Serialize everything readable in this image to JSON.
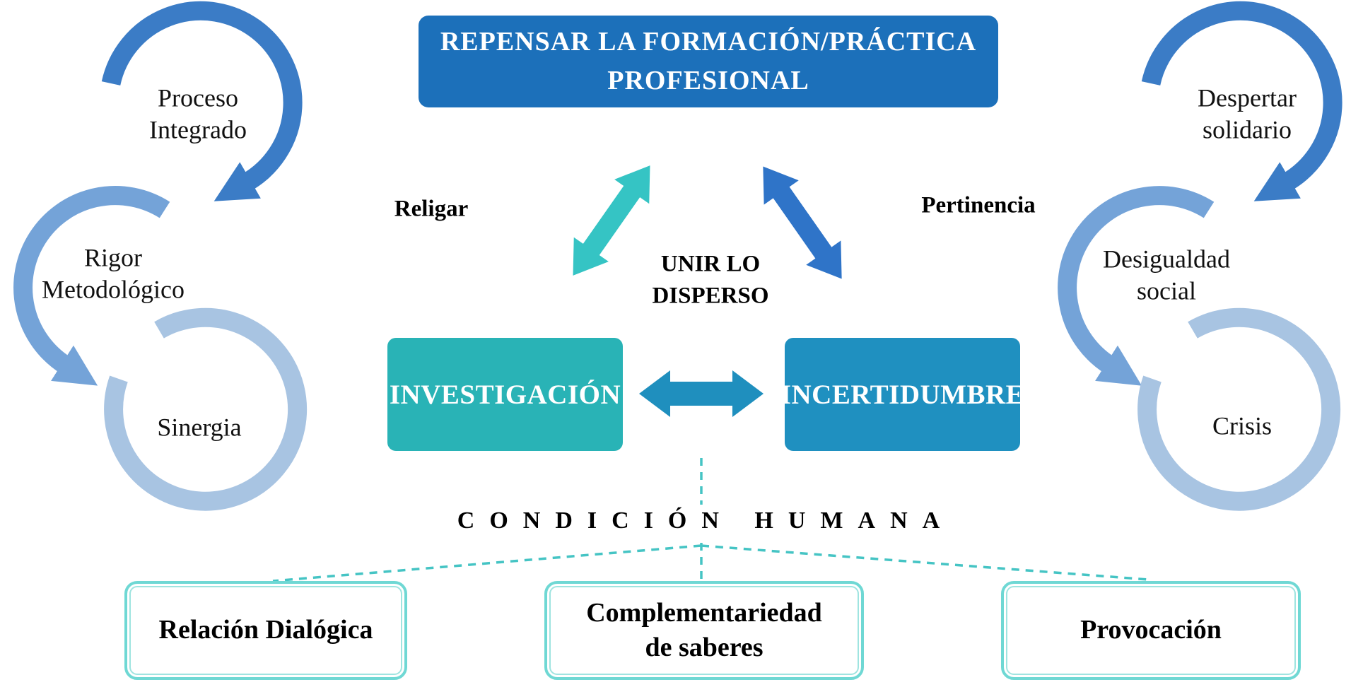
{
  "title_box": {
    "label": "REPENSAR LA FORMACIÓN/PRÁCTICA PROFESIONAL"
  },
  "center": {
    "religar": "Religar",
    "pertinencia": "Pertinencia",
    "unir_line1": "UNIR LO",
    "unir_line2": "DISPERSO",
    "investigacion": "INVESTIGACIÓN",
    "incertidumbre": "INCERTIDUMBRE",
    "condicion_humana": "CONDICIÓN HUMANA"
  },
  "left_cycle": {
    "top_line1": "Proceso",
    "top_line2": "Integrado",
    "middle_line1": "Rigor",
    "middle_line2": "Metodológico",
    "bottom": "Sinergia"
  },
  "right_cycle": {
    "top_line1": "Despertar",
    "top_line2": "solidario",
    "middle_line1": "Desigualdad",
    "middle_line2": "social",
    "bottom": "Crisis"
  },
  "bottom_boxes": {
    "left": "Relación Dialógica",
    "center_line1": "Complementariedad",
    "center_line2": "de saberes",
    "right": "Provocación"
  },
  "colors": {
    "title_box_blue": "#1C70BA",
    "investigacion_teal": "#29B3B6",
    "incertidumbre_blue": "#1F90C0",
    "horizontal_arrow_blue": "#1F8FBE",
    "diagonal_teal_arrow": "#35C4C4",
    "diagonal_blue_arrow": "#2F74C8",
    "cycle_blue_dark": "#3B7CC6",
    "cycle_blue_medium": "#74A3D8",
    "cycle_blue_light": "#A8C4E2",
    "dashed_connector_teal": "#45C4C4",
    "bottom_box_border_teal": "#6FD8D4"
  }
}
